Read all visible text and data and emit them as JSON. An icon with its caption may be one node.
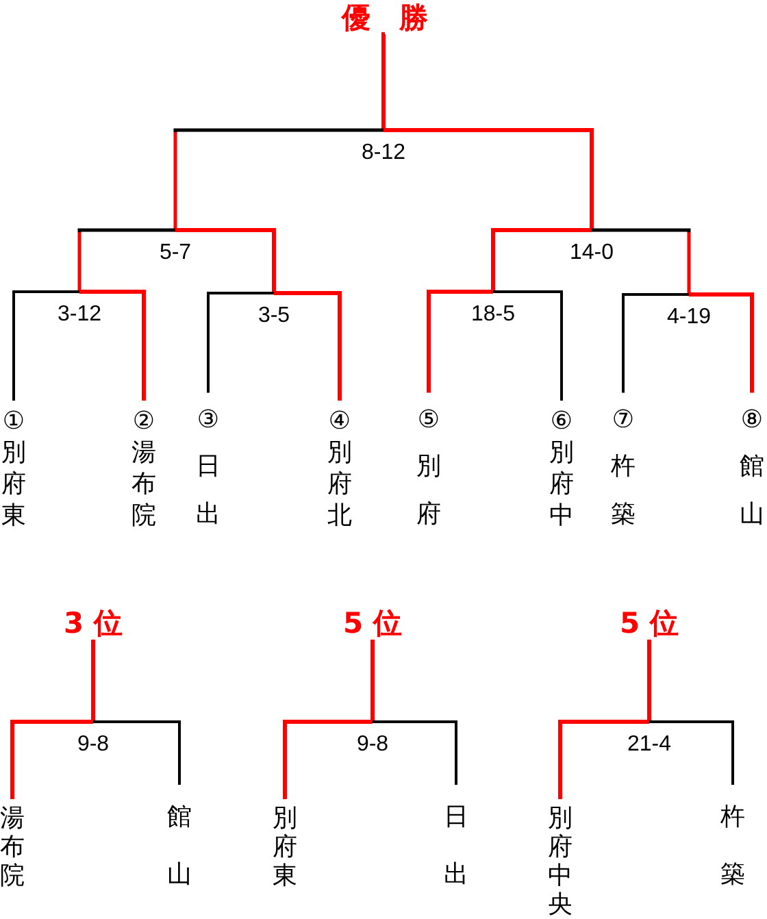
{
  "diagram": {
    "nodes": [
      {
        "text": [
          "優　勝"
        ]
      },
      {
        "text": [
          "8-12"
        ]
      },
      {
        "text": [
          "5-7"
        ]
      },
      {
        "text": [
          "14-0"
        ]
      },
      {
        "text": [
          "3-12"
        ]
      },
      {
        "text": [
          "3-5"
        ]
      },
      {
        "text": [
          "18-5"
        ]
      },
      {
        "text": [
          "4-19"
        ]
      },
      {
        "text": [
          "①別府東"
        ]
      },
      {
        "text": [
          "②湯布院"
        ]
      },
      {
        "text": [
          "③日出"
        ]
      },
      {
        "text": [
          "④別府北"
        ]
      },
      {
        "text": [
          "⑤別府"
        ]
      },
      {
        "text": [
          "⑥別府中"
        ]
      },
      {
        "text": [
          "⑦杵築"
        ]
      },
      {
        "text": [
          "⑧館山"
        ]
      },
      {
        "text": [
          "3 位"
        ]
      },
      {
        "text": [
          "5 位"
        ]
      },
      {
        "text": [
          "5 位"
        ]
      },
      {
        "text": [
          "9-8"
        ]
      },
      {
        "text": [
          "9-8"
        ]
      },
      {
        "text": [
          "21-4"
        ]
      },
      {
        "text": [
          "湯布院"
        ]
      },
      {
        "text": [
          "館山"
        ]
      },
      {
        "text": [
          "別府東"
        ]
      },
      {
        "text": [
          "日出"
        ]
      },
      {
        "text": [
          "別府中央"
        ]
      },
      {
        "text": [
          "杵築"
        ]
      }
    ],
    "edges": [
      {
        "from": 1,
        "to": 0,
        "arrow": "none"
      },
      {
        "from": 2,
        "to": 1,
        "arrow": "none",
        "color": "#000000"
      },
      {
        "from": 3,
        "to": 1,
        "arrow": "none"
      },
      {
        "from": 4,
        "to": 2,
        "arrow": "none",
        "color": "#000000"
      },
      {
        "from": 5,
        "to": 2,
        "arrow": "none"
      },
      {
        "from": 6,
        "to": 3,
        "arrow": "none"
      },
      {
        "from": 7,
        "to": 3,
        "arrow": "none",
        "color": "#000000"
      },
      {
        "from": 8,
        "to": 4,
        "arrow": "none",
        "color": "#000000"
      },
      {
        "from": 9,
        "to": 4,
        "arrow": "none"
      },
      {
        "from": 10,
        "to": 5,
        "arrow": "none",
        "color": "#000000"
      },
      {
        "from": 11,
        "to": 5,
        "arrow": "none"
      },
      {
        "from": 12,
        "to": 6,
        "arrow": "none"
      },
      {
        "from": 13,
        "to": 6,
        "arrow": "none",
        "color": "#000000"
      },
      {
        "from": 14,
        "to": 7,
        "arrow": "none",
        "color": "#000000"
      },
      {
        "from": 15,
        "to": 7,
        "arrow": "none"
      },
      {
        "from": 19,
        "to": 16,
        "arrow": "none"
      },
      {
        "from": 20,
        "to": 17,
        "arrow": "none"
      },
      {
        "from": 21,
        "to": 18,
        "arrow": "none"
      },
      {
        "from": 22,
        "to": 19,
        "arrow": "none"
      },
      {
        "from": 23,
        "to": 19,
        "arrow": "none",
        "color": "#000000"
      },
      {
        "from": 24,
        "to": 20,
        "arrow": "none"
      },
      {
        "from": 25,
        "to": 20,
        "arrow": "none",
        "color": "#000000"
      },
      {
        "from": 26,
        "to": 21,
        "arrow": "none"
      },
      {
        "from": 27,
        "to": 21,
        "arrow": "none",
        "color": "#000000"
      }
    ]
  }
}
